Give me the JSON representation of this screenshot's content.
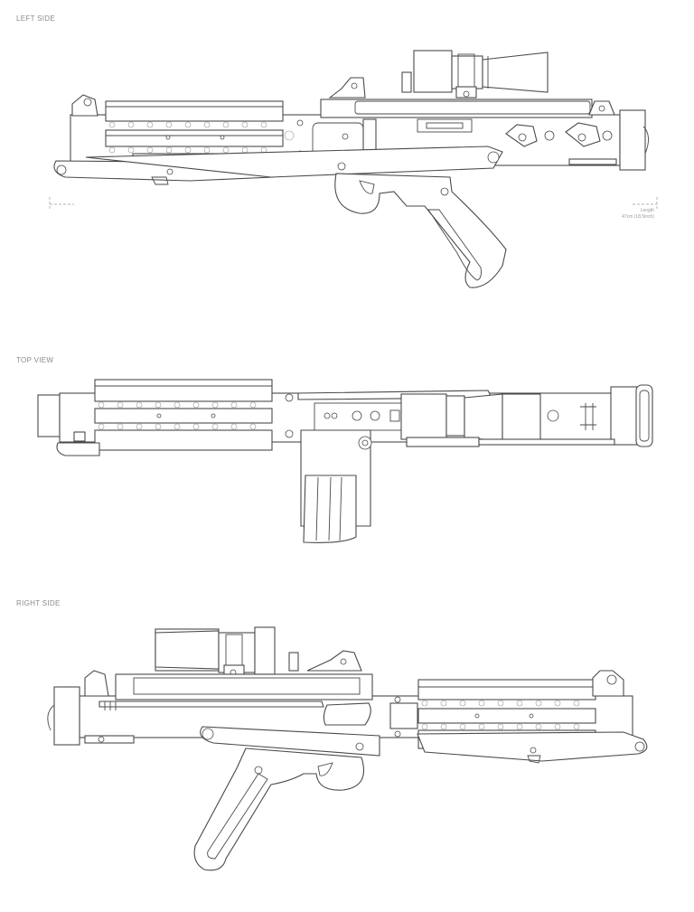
{
  "views": {
    "left_side": {
      "label": "LEFT SIDE"
    },
    "top_view": {
      "label": "TOP VIEW"
    },
    "right_side": {
      "label": "RIGHT SIDE"
    }
  },
  "dimension": {
    "label": "Length",
    "value": "47cm (18.5inch)"
  }
}
